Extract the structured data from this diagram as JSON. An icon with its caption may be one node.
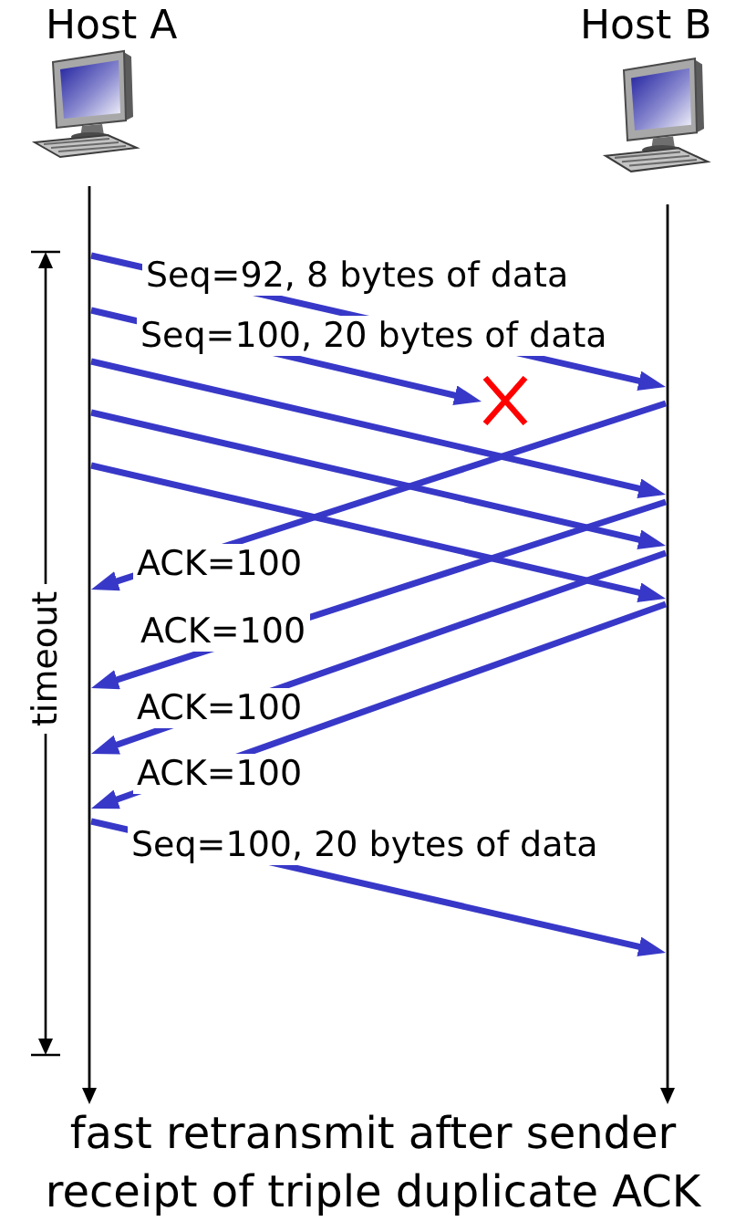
{
  "diagram": {
    "caption": "fast retransmit after sender receipt of triple duplicate ACK",
    "nodes": [
      {
        "text": [
          "Host A"
        ]
      },
      {
        "text": [
          "Host B"
        ]
      },
      {
        "text": [],
        "shape": "line"
      },
      {
        "text": [],
        "shape": "line"
      },
      {
        "text": [],
        "shape": "cross"
      }
    ],
    "edges": [
      {
        "from": 2,
        "to": 3,
        "arrow": "to",
        "label": "Seq=92, 8 bytes of data"
      },
      {
        "from": 2,
        "to": 4,
        "arrow": "to",
        "label": "Seq=100, 20 bytes of data"
      },
      {
        "from": 2,
        "to": 3,
        "arrow": "to"
      },
      {
        "from": 3,
        "to": 2,
        "arrow": "to",
        "label": "ACK=100"
      },
      {
        "from": 2,
        "to": 3,
        "arrow": "to"
      },
      {
        "from": 2,
        "to": 3,
        "arrow": "to"
      },
      {
        "from": 3,
        "to": 2,
        "arrow": "to",
        "label": "ACK=100"
      },
      {
        "from": 3,
        "to": 2,
        "arrow": "to",
        "label": "ACK=100"
      },
      {
        "from": 3,
        "to": 2,
        "arrow": "to",
        "label": "ACK=100"
      },
      {
        "from": 2,
        "to": 3,
        "arrow": "to",
        "label": "Seq=100, 20 bytes of data"
      }
    ],
    "labels": [
      "timeout"
    ]
  }
}
